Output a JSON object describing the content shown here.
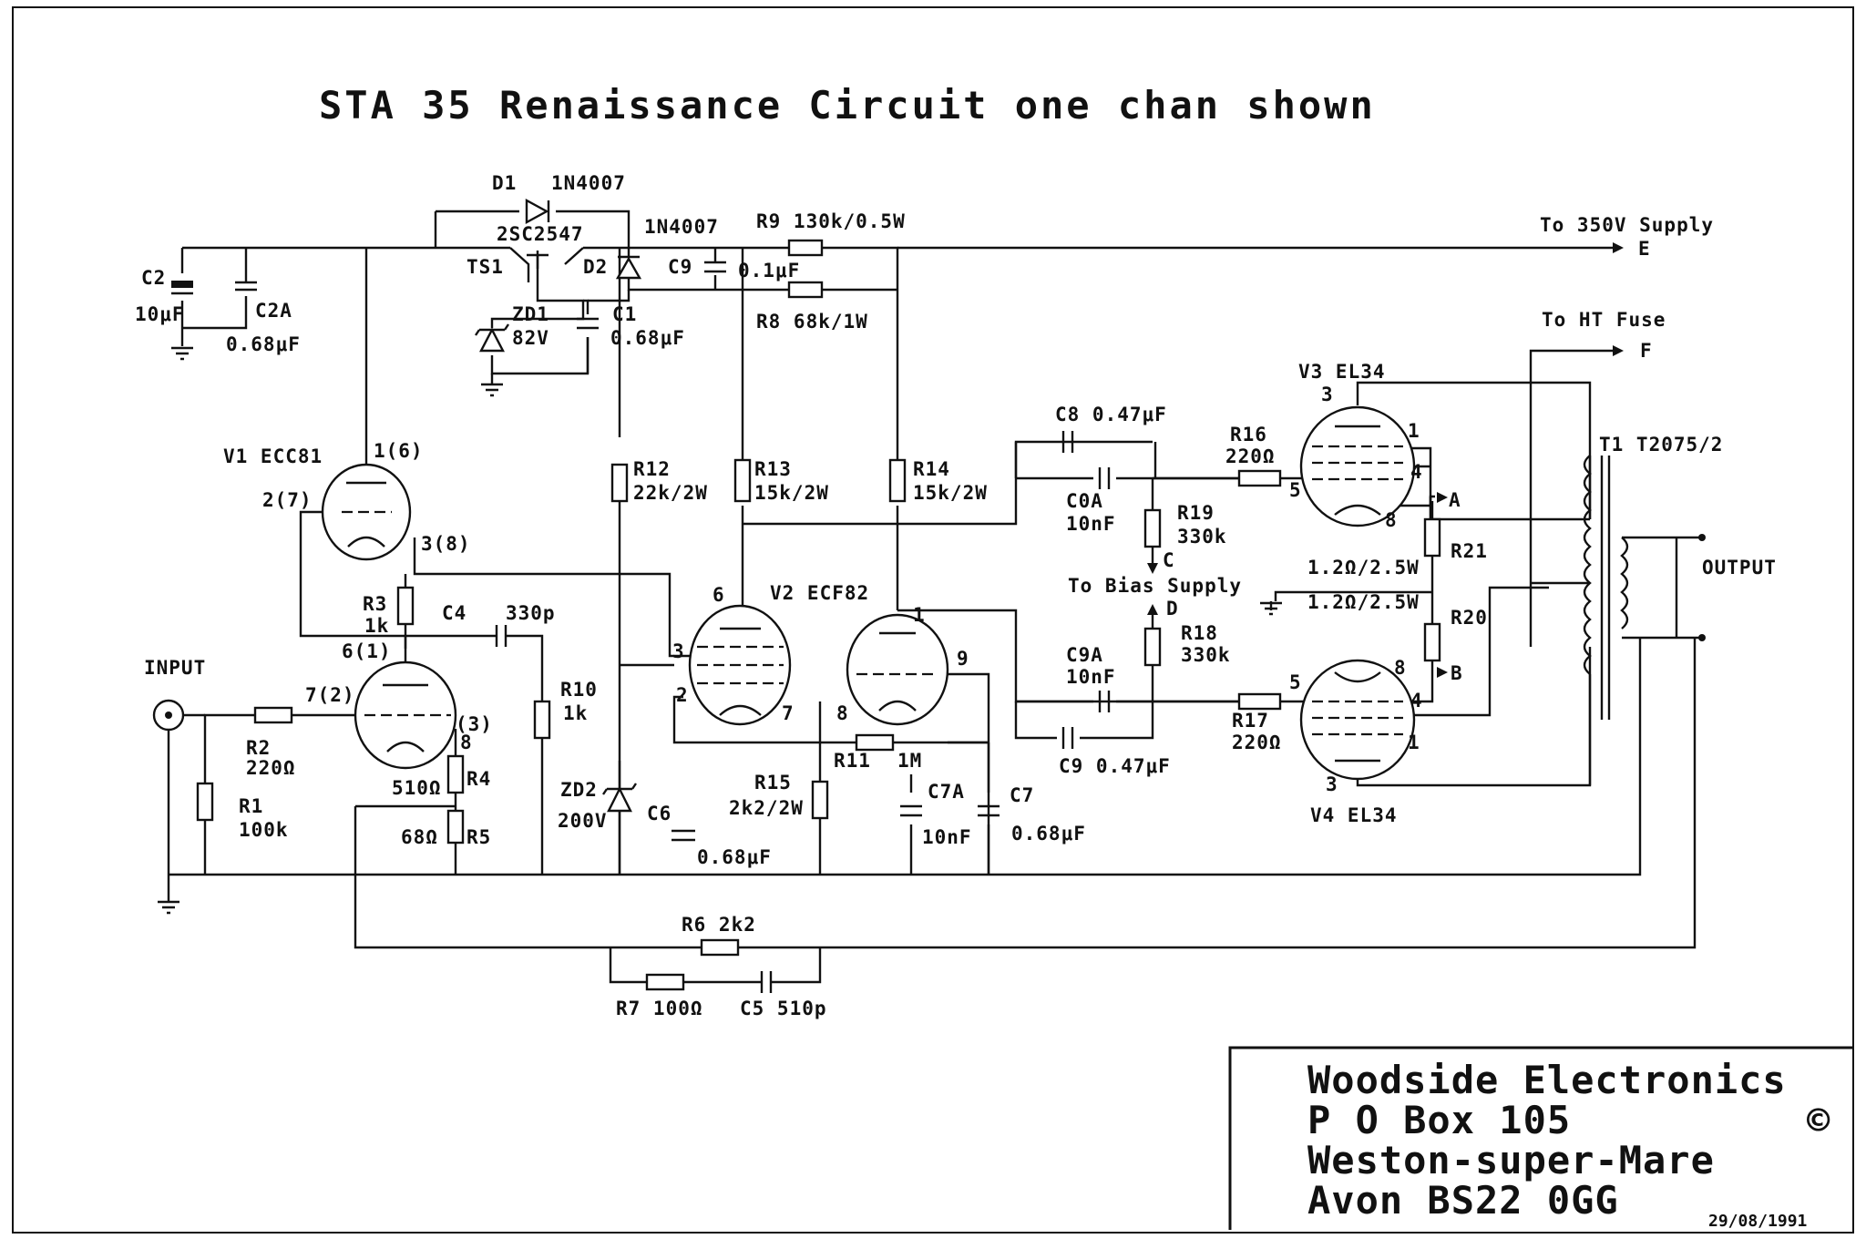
{
  "title": "STA 35 Renaissance  Circuit one chan shown",
  "labels": {
    "d1": "D1",
    "d1_type": "1N4007",
    "ts1_type": "2SC2547",
    "d2_type": "1N4007",
    "r9": "R9  130k/0.5W",
    "to350": "To 350V Supply",
    "node_e": "E",
    "c2": "C2",
    "c2_val": "10μF",
    "c2a": "C2A",
    "c2a_val": "0.68μF",
    "ts1": "TS1",
    "d2": "D2",
    "c9top": "C9",
    "c9top_val": "0.1μF",
    "zd1": "ZD1",
    "zd1_val": "82V",
    "c1": "C1",
    "c1_val": "0.68μF",
    "r8": "R8  68k/1W",
    "to_ht": "To HT Fuse",
    "node_f": "F",
    "v3": "V3 EL34",
    "t1": "T1  T2075/2",
    "v1": "V1 ECC81",
    "pin_1_6": "1(6)",
    "pin_2_7": "2(7)",
    "pin_3_8": "3(8)",
    "c8": "C8  0.47μF",
    "r16": "R16",
    "r16_val": "220Ω",
    "r12": "R12",
    "r12_val": "22k/2W",
    "r13": "R13",
    "r13_val": "15k/2W",
    "r14": "R14",
    "r14_val": "15k/2W",
    "c0a": "C0A",
    "c0a_val": "10nF",
    "r19": "R19",
    "r19_val": "330k",
    "node_a": "A",
    "r21": "R21",
    "output": "OUTPUT",
    "r21_val": "1.2Ω/2.5W",
    "node_c": "C",
    "to_bias": "To Bias Supply",
    "r20_val": "1.2Ω/2.5W",
    "r20": "R20",
    "node_d": "D",
    "v2": "V2 ECF82",
    "r3": "R3",
    "r3_val": "1k",
    "c4": "C4",
    "c4_val": "330p",
    "pin_6_1": "6(1)",
    "input": "INPUT",
    "pin_7_2": "7(2)",
    "pin_3": "(3)",
    "pin_8": "8",
    "r10": "R10",
    "r10_val": "1k",
    "r2": "R2",
    "r2_val": "220Ω",
    "r4_val": "510Ω",
    "r4": "R4",
    "r1": "R1",
    "r1_val": "100k",
    "r5_val": "68Ω",
    "r5": "R5",
    "c9a": "C9A",
    "c9a_val": "10nF",
    "r18": "R18",
    "r18_val": "330k",
    "node_b": "B",
    "r17": "R17",
    "r17_val": "220Ω",
    "c9bot": "C9  0.47μF",
    "v4": "V4 EL34",
    "r11": "R11",
    "r11_val": "1M",
    "r15": "R15",
    "r15_val": "2k2/2W",
    "zd2": "ZD2",
    "zd2_val": "200V",
    "c6": "C6",
    "c6_val": "0.68μF",
    "c7a": "C7A",
    "c7a_val": "10nF",
    "c7": "C7",
    "c7_val": "0.68μF",
    "r6": "R6  2k2",
    "r7": "R7  100Ω",
    "c5": "C5  510p",
    "v2_pin6": "6",
    "v2_pin3": "3",
    "v2_pin2": "2",
    "v2_pin7": "7",
    "v2_pin8": "8",
    "v2_pin1": "1",
    "v2_pin9": "9",
    "v3_pin3": "3",
    "v3_pin1": "1",
    "v3_pin4": "4",
    "v3_pin5": "5",
    "v3_pin8": "8",
    "v4_pin8": "8",
    "v4_pin5": "5",
    "v4_pin4": "4",
    "v4_pin1": "1",
    "v4_pin3": "3"
  },
  "title_block": {
    "line1": "Woodside Electronics",
    "line2": "P O Box 105",
    "copyright": "©",
    "line3": "Weston-super-Mare",
    "line4": "Avon BS22 0GG",
    "date": "29/08/1991"
  }
}
